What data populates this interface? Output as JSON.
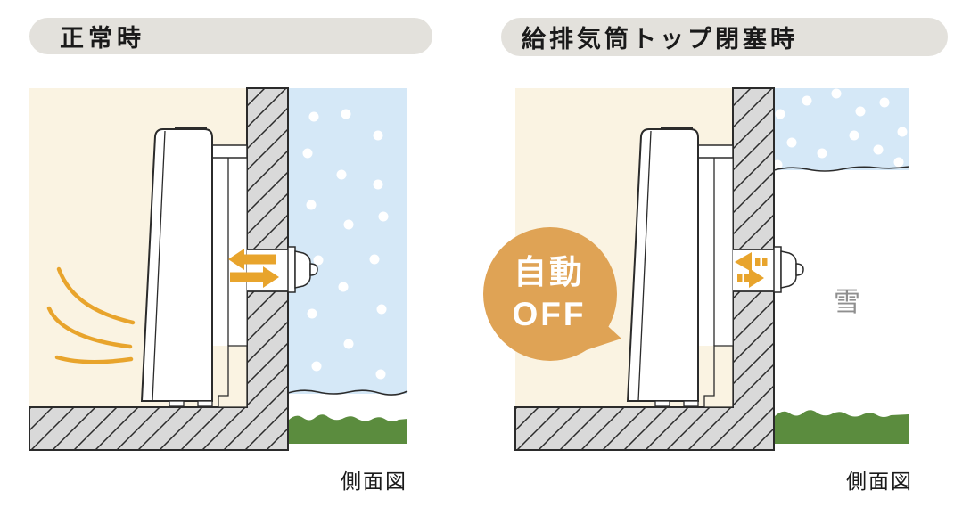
{
  "page": {
    "background": "#ffffff",
    "caption_shared": "側面図"
  },
  "colors": {
    "cream": "#faf3e2",
    "sky": "#d5e8f7",
    "grass": "#5b8c3e",
    "wall": "#d9d9d9",
    "orange": "#e8a42c",
    "bubble": "#dfa355",
    "pill": "#e3e1dc",
    "ink": "#2b2b2b",
    "snow-label": "#8f8f8f",
    "title-ink": "#1a1a1a"
  },
  "panels": [
    {
      "title": "正常時",
      "caption": "側面図",
      "icons": [
        "heat-wave-icon",
        "intake-arrow-icon",
        "exhaust-arrow-icon",
        "snowflake-dots-icon"
      ]
    },
    {
      "title": "給排気筒トップ閉塞時",
      "caption": "側面図",
      "bubble": {
        "line1": "自動",
        "line2": "OFF"
      },
      "snow_label": "雪",
      "icons": [
        "blocked-intake-arrow-icon",
        "blocked-exhaust-arrow-icon",
        "snowflake-dots-icon",
        "auto-off-bubble-icon"
      ]
    }
  ]
}
